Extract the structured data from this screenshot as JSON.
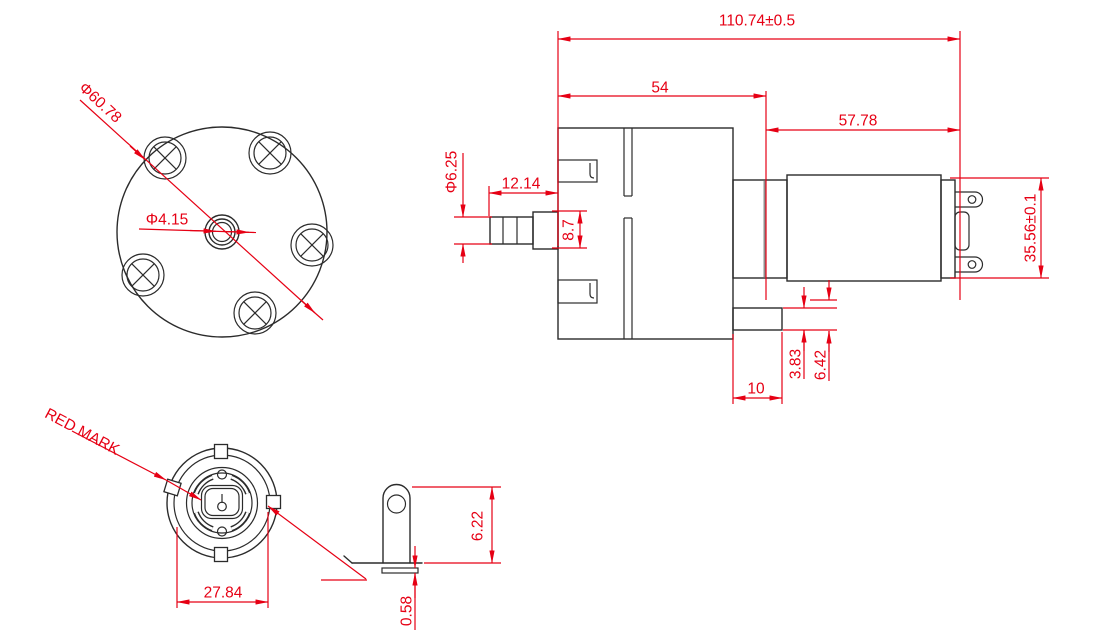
{
  "colors": {
    "dimension_red": "#e60014",
    "line_black": "#2b2b2b",
    "background": "#ffffff",
    "gear_divider_gray": "#8f8f8f"
  },
  "front_view": {
    "outer_diameter": "Φ60.78",
    "shaft_diameter": "Φ4.15"
  },
  "side_view": {
    "overall_length": "110.74±0.5",
    "pump_length": "54",
    "motor_length": "57.78",
    "nozzle_length": "12.14",
    "nozzle_diameter": "Φ6.25",
    "port_height": "8.7",
    "motor_height": "35.56±0.1",
    "foot_thickness": "3.83",
    "foot_step": "6.42",
    "foot_length": "10"
  },
  "rear_view": {
    "mark_label": "RED MARK",
    "mount_width": "27.84"
  },
  "terminal_view": {
    "tab_height": "6.22",
    "plate_thickness": "0.58"
  }
}
